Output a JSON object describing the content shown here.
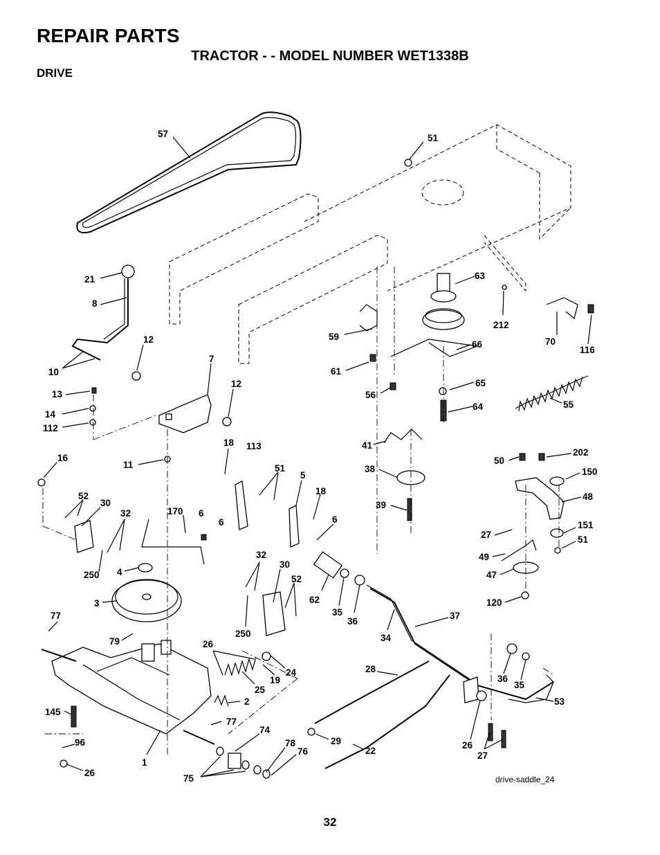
{
  "header": {
    "title": "REPAIR PARTS",
    "subtitle": "TRACTOR - - MODEL NUMBER WET1338B",
    "section": "DRIVE"
  },
  "diagram": {
    "reference": "drive-saddle_24",
    "callouts": [
      "57",
      "51",
      "21",
      "8",
      "12",
      "7",
      "10",
      "13",
      "14",
      "112",
      "12",
      "16",
      "11",
      "18",
      "113",
      "51",
      "5",
      "18",
      "6",
      "6",
      "52",
      "30",
      "32",
      "170",
      "6",
      "250",
      "4",
      "3",
      "77",
      "79",
      "26",
      "19",
      "24",
      "25",
      "2",
      "77",
      "145",
      "96",
      "26",
      "1",
      "74",
      "75",
      "78",
      "76",
      "29",
      "22",
      "28",
      "34",
      "37",
      "36",
      "35",
      "62",
      "32",
      "30",
      "52",
      "250",
      "63",
      "212",
      "59",
      "66",
      "61",
      "56",
      "65",
      "64",
      "70",
      "116",
      "55",
      "41",
      "38",
      "39",
      "50",
      "202",
      "150",
      "48",
      "27",
      "151",
      "51",
      "49",
      "47",
      "120",
      "36",
      "35",
      "53",
      "26",
      "27"
    ]
  },
  "footer": {
    "page_number": "32"
  }
}
